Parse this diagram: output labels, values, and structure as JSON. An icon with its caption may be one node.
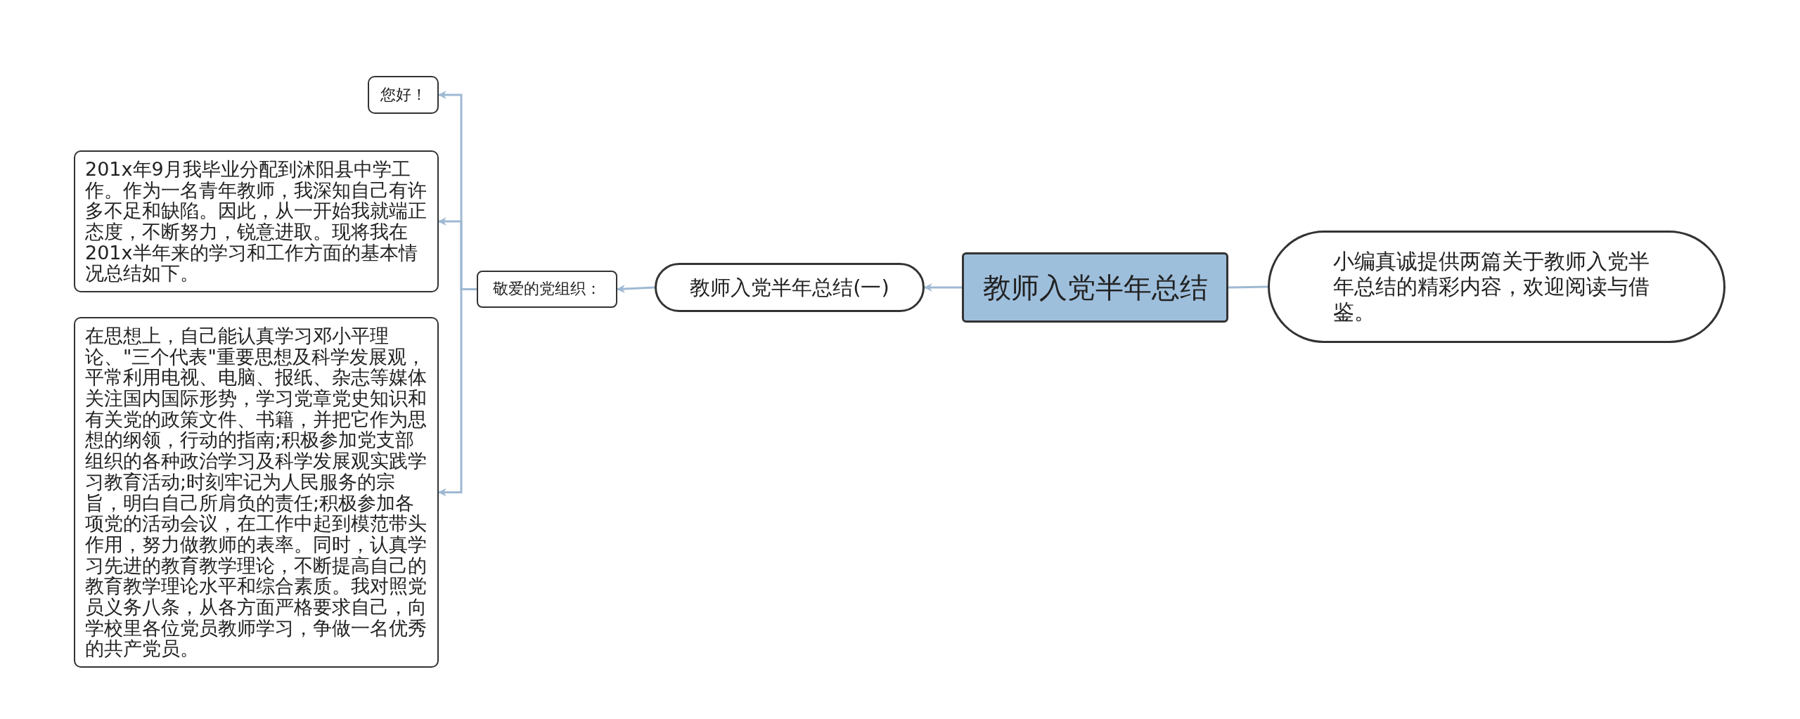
{
  "diagram": {
    "nodes": [
      {
        "text": [
          "教师入党半年总结"
        ]
      },
      {
        "text": [
          "小编真诚提供两篇关于教师入党半年总结的精彩内容，欢迎阅读与借鉴。"
        ]
      },
      {
        "text": [
          "教师入党半年总结(一)"
        ]
      },
      {
        "text": [
          "敬爱的党组织："
        ]
      },
      {
        "text": [
          "您好！"
        ]
      },
      {
        "text": [
          "201x年9月我毕业分配到沭阳县中学工作。作为一名青年教师，我深知自己有许多不足和缺陷。因此，从一开始我就端正态度，不断努力，锐意进取。现将我在201x半年来的学习和工作方面的基本情况总结如下。"
        ]
      },
      {
        "text": [
          "在思想上，自己能认真学习邓小平理论、\"三个代表\"重要思想及科学发展观，平常利用电视、电脑、报纸、杂志等媒体关注国内国际形势，学习党章党史知识和有关党的政策文件、书籍，并把它作为思想的纲领，行动的指南;积极参加党支部组织的各种政治学习及科学发展观实践学习教育活动;时刻牢记为人民服务的宗旨，明白自己所肩负的责任;积极参加各项党的活动会议，在工作中起到模范带头作用，努力做教师的表率。同时，认真学习先进的教育教学理论，不断提高自己的教育教学理论水平和综合素质。我对照党员义务八条，从各方面严格要求自己，向学校里各位党员教师学习，争做一名优秀的共产党员。"
        ]
      }
    ],
    "edges": [
      {
        "from": 0,
        "to": 1,
        "arrow": "none"
      },
      {
        "from": 0,
        "to": 2,
        "arrow": "to"
      },
      {
        "from": 2,
        "to": 3,
        "arrow": "to"
      },
      {
        "from": 3,
        "to": 4,
        "arrow": "to"
      },
      {
        "from": 3,
        "to": 5,
        "arrow": "to"
      },
      {
        "from": 3,
        "to": 6,
        "arrow": "to"
      }
    ]
  }
}
